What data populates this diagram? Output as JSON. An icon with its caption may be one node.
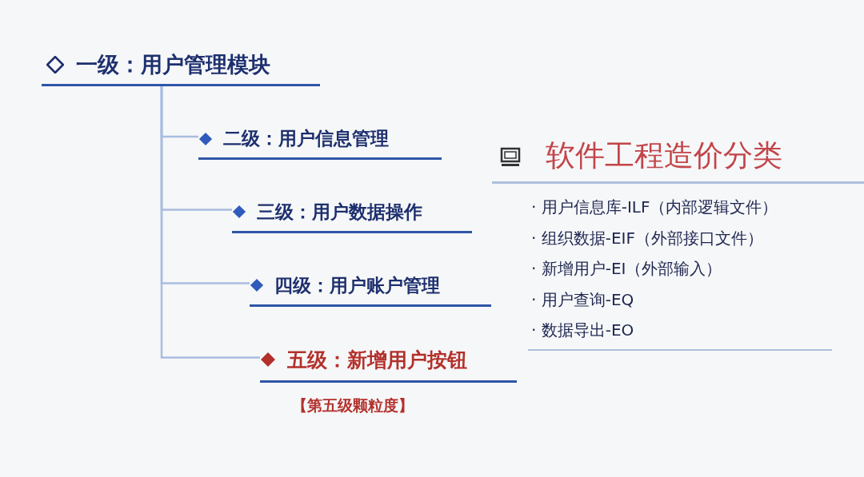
{
  "diagram": {
    "nodes": [
      {
        "text": [
          "一级：用户管理模块"
        ]
      },
      {
        "text": [
          "二级：用户信息管理"
        ]
      },
      {
        "text": [
          "三级：用户数据操作"
        ]
      },
      {
        "text": [
          "四级：用户账户管理"
        ]
      },
      {
        "text": [
          "五级：新增用户按钮"
        ],
        "beside": [
          "【第五级颗粒度】"
        ]
      }
    ],
    "edges": [
      {
        "from": 0,
        "to": 1,
        "arrow": "none"
      },
      {
        "from": 0,
        "to": 2,
        "arrow": "none"
      },
      {
        "from": 0,
        "to": 3,
        "arrow": "none"
      },
      {
        "from": 0,
        "to": 4,
        "arrow": "none"
      }
    ],
    "labels": [
      "软件工程造价分类",
      "· 用户信息库-ILF（内部逻辑文件）",
      "· 组织数据-EIF（外部接口文件）",
      "· 新增用户-EI（外部输入）",
      "· 用户查询-EQ",
      "· 数据导出-EO"
    ]
  }
}
